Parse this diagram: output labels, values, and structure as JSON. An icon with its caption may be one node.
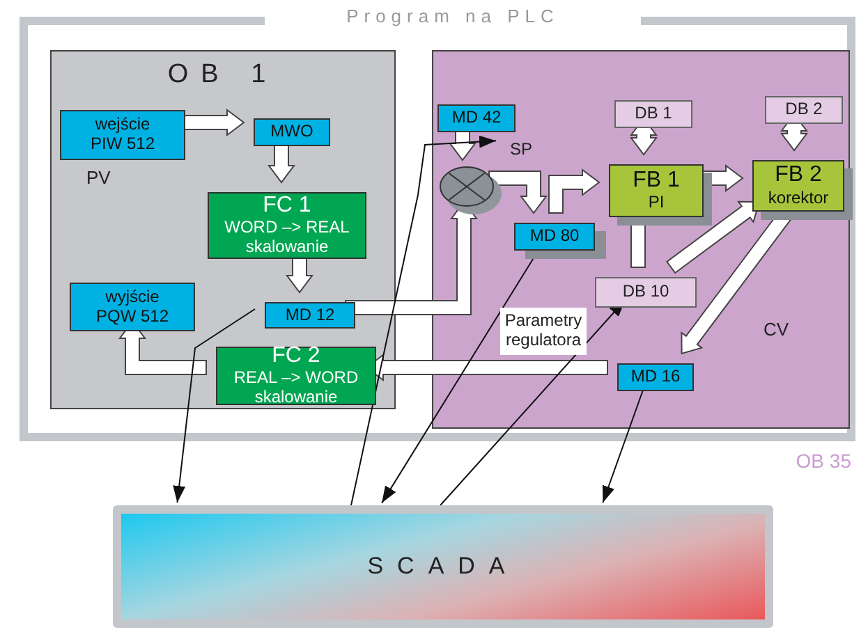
{
  "diagram": {
    "nodes": [
      {
        "text": [
          "Program na PLC"
        ]
      },
      {
        "text": [
          "OB 1"
        ],
        "in": 0
      },
      {
        "text": [
          "wejście PIW 512"
        ],
        "in": 1
      },
      {
        "text": [
          "MWO"
        ],
        "in": 1
      },
      {
        "text": [
          "FC 1",
          "WORD –> REAL",
          "skalowanie"
        ],
        "in": 1
      },
      {
        "text": [
          "wyjście PQW 512"
        ],
        "in": 1
      },
      {
        "text": [
          "MD 12"
        ],
        "in": 1
      },
      {
        "text": [
          "FC 2",
          "REAL –> WORD",
          "skalowanie"
        ],
        "in": 1
      },
      {
        "text": [
          "OB 35"
        ],
        "in": 0
      },
      {
        "text": [
          "MD 42"
        ],
        "in": 8
      },
      {
        "text": [
          "SP"
        ],
        "in": 8
      },
      {
        "text": [],
        "shape": "circle",
        "in": 8
      },
      {
        "text": [
          "MD 80"
        ],
        "in": 8
      },
      {
        "text": [
          "DB 1"
        ],
        "in": 8
      },
      {
        "text": [
          "FB 1",
          "PI"
        ],
        "in": 8
      },
      {
        "text": [
          "DB 2"
        ],
        "in": 8
      },
      {
        "text": [
          "FB 2",
          "korektor"
        ],
        "in": 8
      },
      {
        "text": [
          "DB 10"
        ],
        "in": 8
      },
      {
        "text": [
          "Parametry regulatora"
        ],
        "in": 8
      },
      {
        "text": [
          "MD 16"
        ],
        "in": 8
      },
      {
        "text": [
          "SCADA"
        ]
      }
    ],
    "edges": [
      {
        "from": 2,
        "to": 3,
        "arrow": "to",
        "style": "thick"
      },
      {
        "from": 3,
        "to": 4,
        "arrow": "to",
        "style": "thick"
      },
      {
        "from": 4,
        "to": 6,
        "arrow": "to",
        "style": "thick"
      },
      {
        "from": 6,
        "to": 11,
        "arrow": "to",
        "style": "thick"
      },
      {
        "from": 9,
        "to": 11,
        "arrow": "to",
        "style": "thick"
      },
      {
        "from": 11,
        "to": 12,
        "arrow": "to",
        "style": "thick"
      },
      {
        "from": 12,
        "to": 14,
        "arrow": "to",
        "style": "thick"
      },
      {
        "from": 13,
        "to": 14,
        "arrow": "both",
        "style": "thick"
      },
      {
        "from": 15,
        "to": 16,
        "arrow": "both",
        "style": "thick"
      },
      {
        "from": 14,
        "to": 16,
        "arrow": "to",
        "style": "thick"
      },
      {
        "from": 17,
        "to": 14,
        "arrow": "to",
        "style": "thick"
      },
      {
        "from": 17,
        "to": 16,
        "arrow": "to",
        "style": "thick"
      },
      {
        "from": 16,
        "to": 19,
        "arrow": "to",
        "style": "thick"
      },
      {
        "from": 19,
        "to": 7,
        "arrow": "to",
        "style": "thick"
      },
      {
        "from": 7,
        "to": 5,
        "arrow": "to",
        "style": "thick"
      },
      {
        "from": 6,
        "to": 20,
        "arrow": "to"
      },
      {
        "from": 20,
        "to": 10,
        "arrow": "to"
      },
      {
        "from": 12,
        "to": 20,
        "arrow": "to"
      },
      {
        "from": 20,
        "to": 17,
        "arrow": "to"
      },
      {
        "from": 19,
        "to": 20,
        "arrow": "to"
      }
    ],
    "labels": [
      "PV",
      "CV"
    ]
  }
}
